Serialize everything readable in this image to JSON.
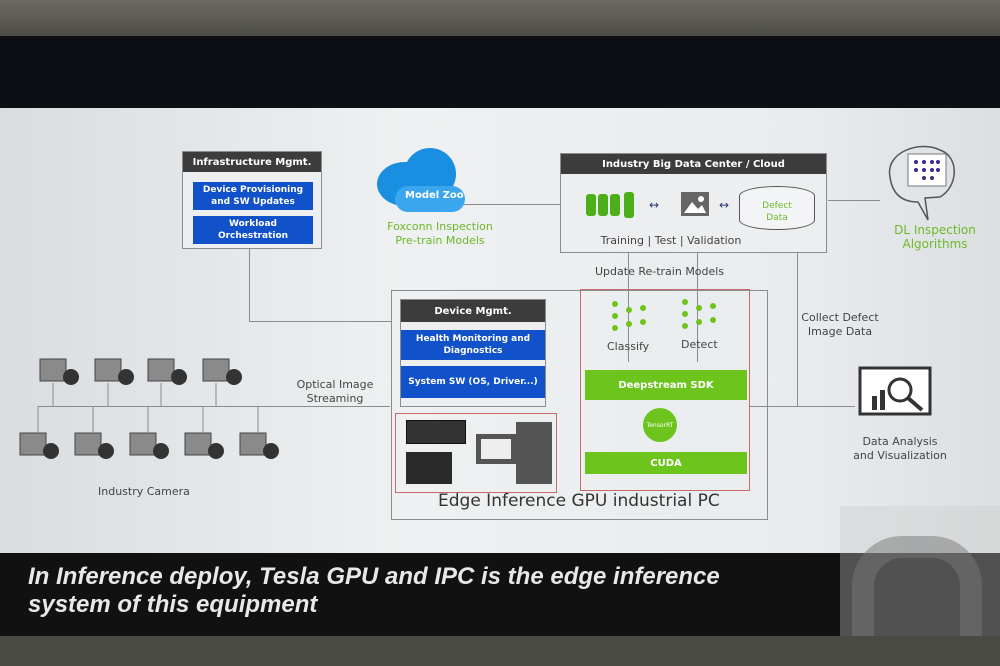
{
  "infrastructure": {
    "title": "Infrastructure Mgmt.",
    "items": [
      "Device Provisioning and SW Updates",
      "Workload Orchestration"
    ]
  },
  "model_zoo": {
    "label": "Model Zoo",
    "caption_line1": "Foxconn Inspection",
    "caption_line2": "Pre-train Models"
  },
  "data_center": {
    "title": "Industry Big Data Center / Cloud",
    "db_line1": "Defect",
    "db_line2": "Data",
    "pipeline": "Training | Test | Validation"
  },
  "dl": {
    "line1": "DL Inspection",
    "line2": "Algorithms"
  },
  "update_label": "Update Re-train Models",
  "collect_label_line1": "Collect Defect",
  "collect_label_line2": "Image  Data",
  "device_mgmt": {
    "title": "Device Mgmt.",
    "items": [
      "Health Monitoring and Diagnostics",
      "System SW (OS, Driver...)"
    ]
  },
  "ai": {
    "classify": "Classify",
    "detect": "Detect",
    "deepstream": "Deepstream SDK",
    "tensorrt": "TensorRT",
    "cuda": "CUDA"
  },
  "optical_line1": "Optical Image",
  "optical_line2": "Streaming",
  "camera_label": "Industry Camera",
  "edge_label": "Edge Inference GPU industrial PC",
  "analysis_line1": "Data Analysis",
  "analysis_line2": "and Visualization",
  "caption_line1": "In Inference deploy, Tesla GPU and IPC is the edge inference",
  "caption_line2": "system of  this equipment",
  "colors": {
    "blue": "#1151c9",
    "green": "#6cc41c",
    "header": "#3c3c3c"
  }
}
